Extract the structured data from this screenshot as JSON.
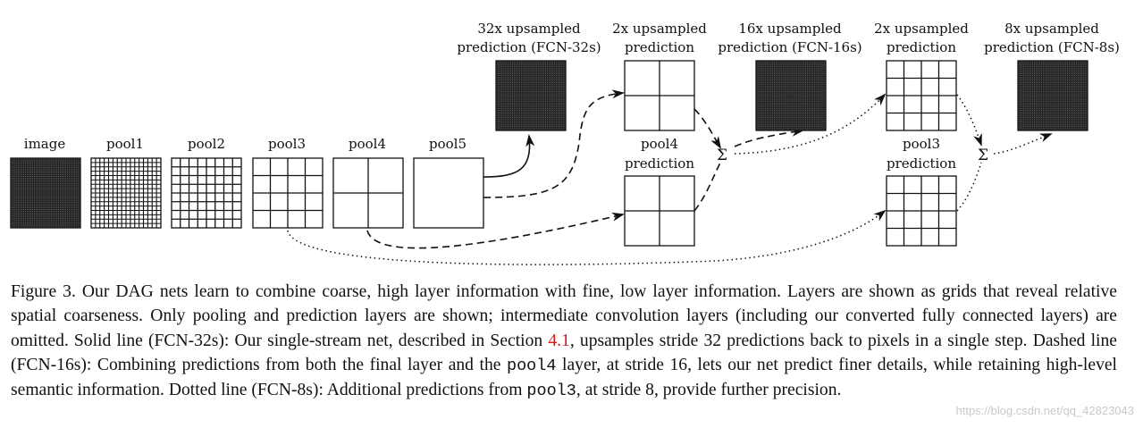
{
  "layers": [
    {
      "id": "image",
      "label": "image",
      "grid": 40
    },
    {
      "id": "pool1",
      "label": "pool1",
      "grid": 16
    },
    {
      "id": "pool2",
      "label": "pool2",
      "grid": 8
    },
    {
      "id": "pool3",
      "label": "pool3",
      "grid": 4
    },
    {
      "id": "pool4",
      "label": "pool4",
      "grid": 2
    },
    {
      "id": "pool5",
      "label": "pool5",
      "grid": 1
    }
  ],
  "outputs": {
    "fcn32": {
      "line1": "32x upsampled",
      "line2": "prediction (FCN-32s)",
      "grid": 40
    },
    "up2a": {
      "line1": "2x upsampled",
      "line2": "prediction",
      "grid": 2
    },
    "pool4pred": {
      "line1": "pool4",
      "line2": "prediction",
      "grid": 2
    },
    "fcn16": {
      "line1": "16x upsampled",
      "line2": "prediction (FCN-16s)",
      "grid": 40
    },
    "up2b": {
      "line1": "2x upsampled",
      "line2": "prediction",
      "grid": 4
    },
    "pool3pred": {
      "line1": "pool3",
      "line2": "prediction",
      "grid": 4
    },
    "fcn8": {
      "line1": "8x upsampled",
      "line2": "prediction (FCN-8s)",
      "grid": 40
    }
  },
  "sum_symbol": "Σ",
  "caption": {
    "p1": "Figure 3.  Our DAG nets learn to combine coarse, high layer information with fine, low layer information. Layers are shown as grids that reveal relative spatial coarseness. Only pooling and prediction layers are shown; intermediate convolution layers (including our converted fully connected layers) are omitted. Solid line (FCN-32s): Our single-stream net, described in Section ",
    "ref": "4.1",
    "p2": ", upsamples stride 32 predictions back to pixels in a single step. Dashed line (FCN-16s): Combining predictions from both the final layer and the ",
    "code1": "pool4",
    "p3": " layer, at stride 16, lets our net predict finer details, while retaining high-level semantic information. Dotted line (FCN-8s): Additional predictions from ",
    "code2": "pool3",
    "p4": ", at stride 8, provide further precision."
  },
  "watermark": "https://blog.csdn.net/qq_42823043"
}
